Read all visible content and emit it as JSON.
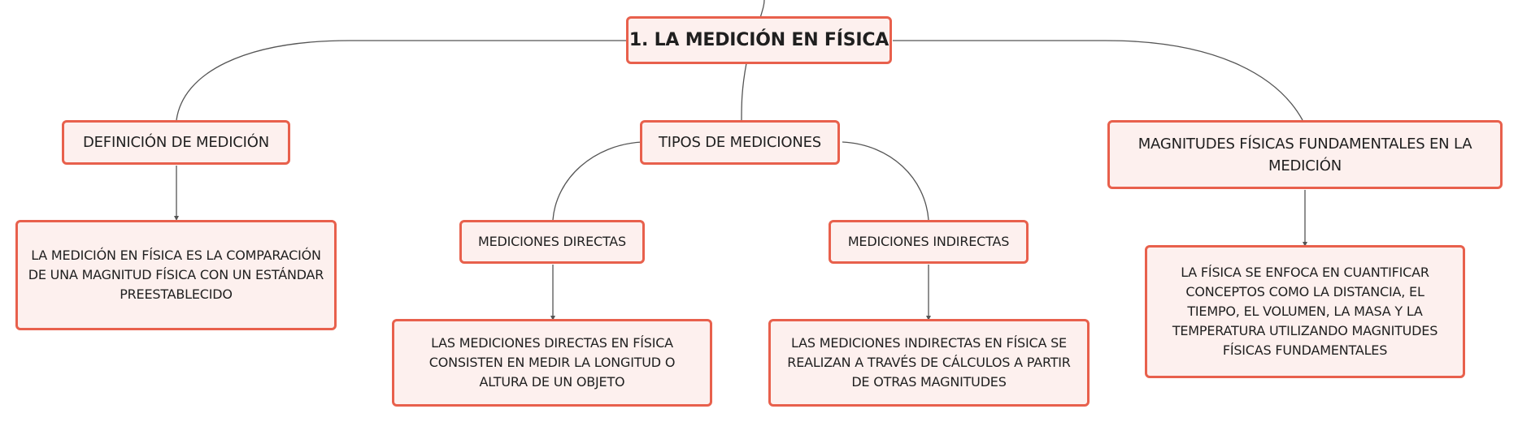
{
  "colors": {
    "node_border": "#e8604c",
    "node_fill": "#fdf0ee",
    "connector": "#555555"
  },
  "root": {
    "label": "1. LA MEDICIÓN EN FÍSICA"
  },
  "branches": {
    "definicion": {
      "label": "DEFINICIÓN DE MEDICIÓN",
      "detail": "LA MEDICIÓN EN FÍSICA ES LA COMPARACIÓN DE UNA MAGNITUD FÍSICA CON UN ESTÁNDAR PREESTABLECIDO"
    },
    "tipos": {
      "label": "TIPOS DE MEDICIONES",
      "directas": {
        "label": "MEDICIONES DIRECTAS",
        "detail": "LAS MEDICIONES DIRECTAS EN FÍSICA CONSISTEN EN MEDIR LA LONGITUD O ALTURA DE UN OBJETO"
      },
      "indirectas": {
        "label": "MEDICIONES INDIRECTAS",
        "detail": "LAS MEDICIONES INDIRECTAS EN FÍSICA SE REALIZAN A TRAVÉS DE CÁLCULOS A PARTIR DE OTRAS MAGNITUDES"
      }
    },
    "magnitudes": {
      "label": "MAGNITUDES FÍSICAS FUNDAMENTALES EN LA MEDICIÓN",
      "detail": "LA FÍSICA SE ENFOCA EN CUANTIFICAR CONCEPTOS COMO LA DISTANCIA, EL TIEMPO, EL VOLUMEN, LA MASA Y LA TEMPERATURA UTILIZANDO MAGNITUDES FÍSICAS FUNDAMENTALES"
    }
  }
}
